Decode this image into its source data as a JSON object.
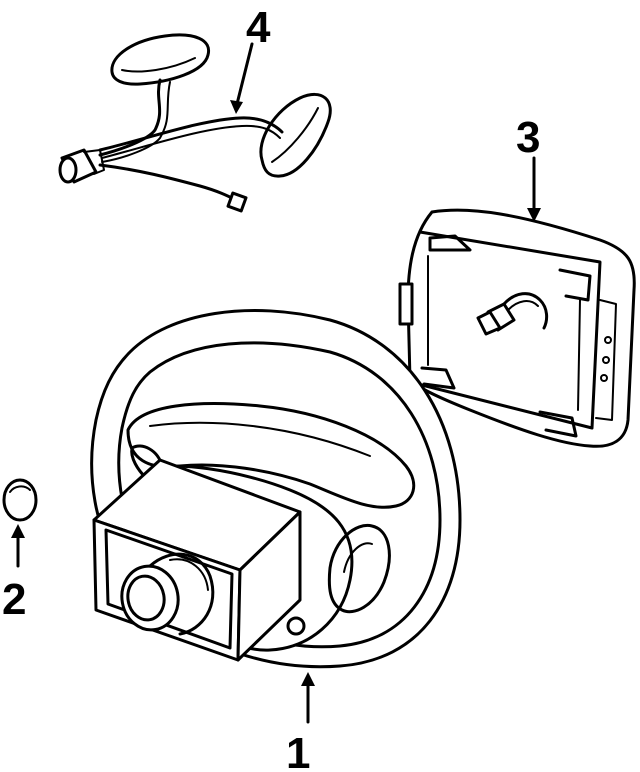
{
  "callouts": [
    {
      "label": "1",
      "part": "steering-wheel"
    },
    {
      "label": "2",
      "part": "cap"
    },
    {
      "label": "3",
      "part": "air-bag-module"
    },
    {
      "label": "4",
      "part": "wiring-harness"
    }
  ]
}
